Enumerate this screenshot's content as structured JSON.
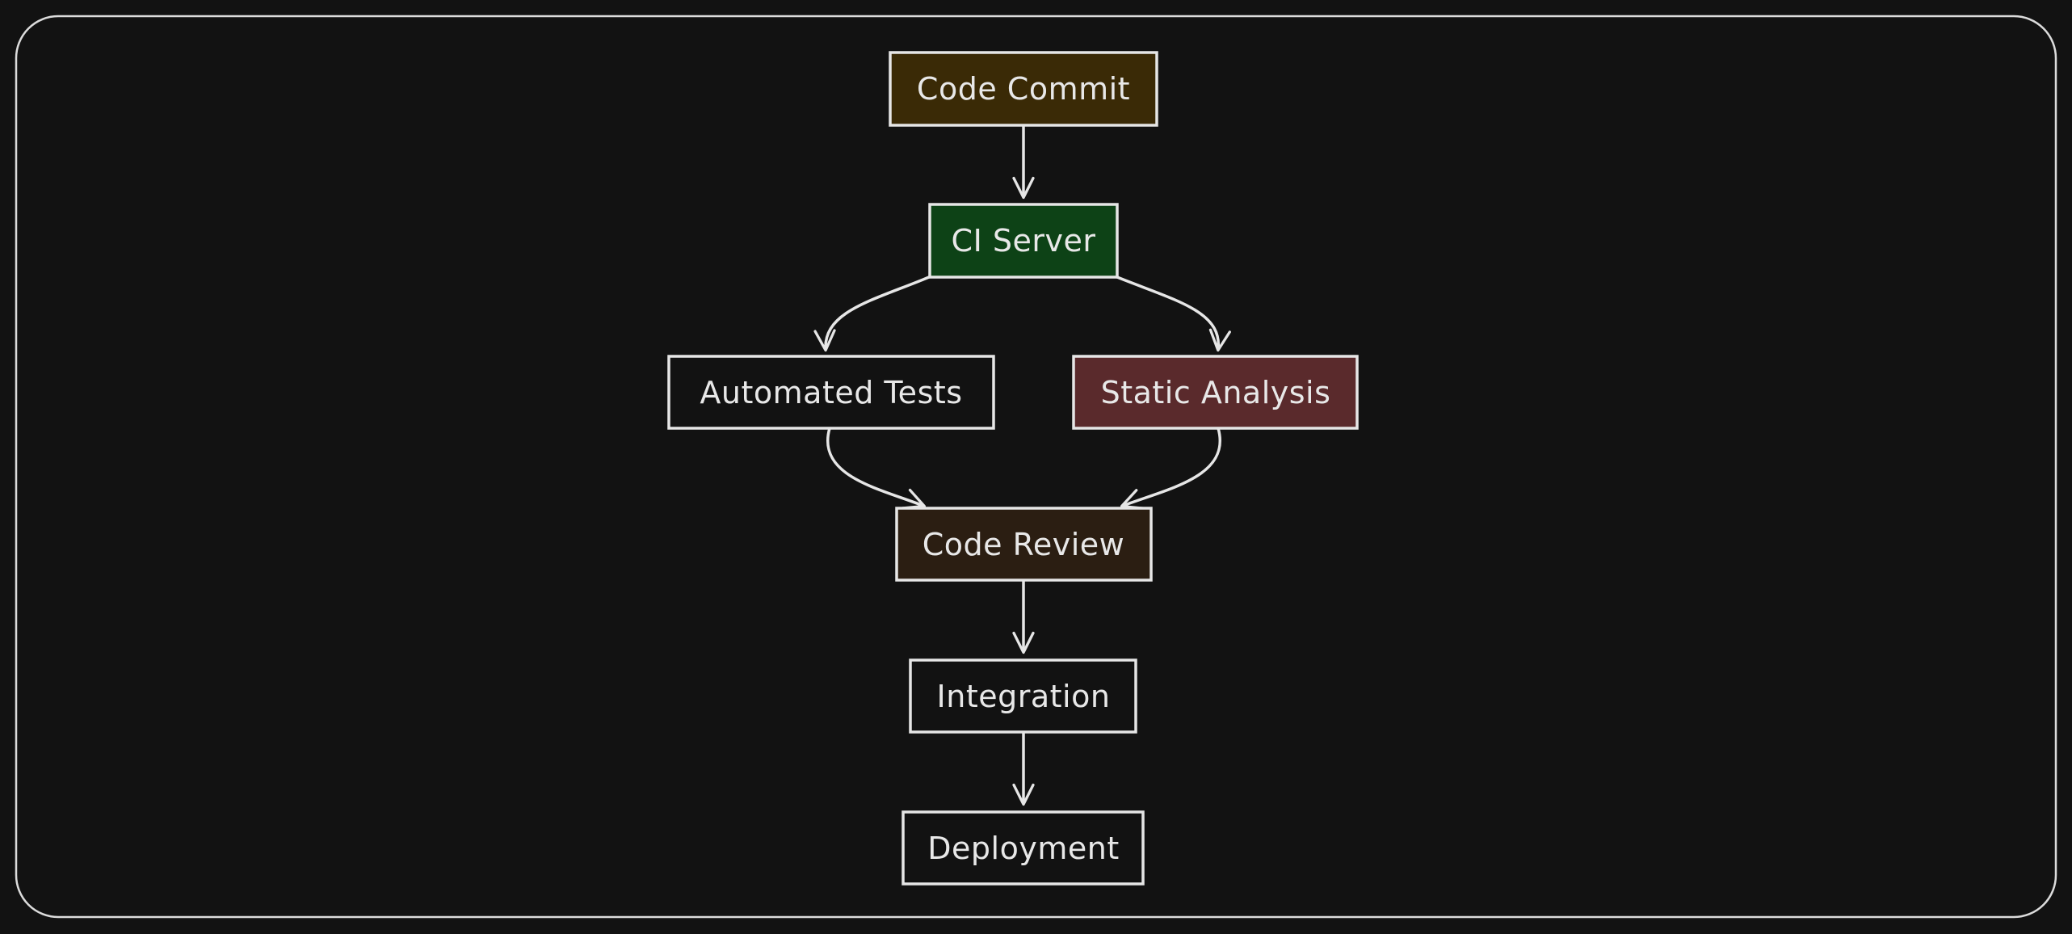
{
  "diagram": {
    "type": "flowchart",
    "nodes": [
      {
        "id": "code_commit",
        "label": "Code Commit",
        "fill": "#3a2a06"
      },
      {
        "id": "ci_server",
        "label": "CI Server",
        "fill": "#0d4216"
      },
      {
        "id": "automated_tests",
        "label": "Automated Tests",
        "fill": "#121212"
      },
      {
        "id": "static_analysis",
        "label": "Static Analysis",
        "fill": "#5a2a2c"
      },
      {
        "id": "code_review",
        "label": "Code Review",
        "fill": "#2b1e12"
      },
      {
        "id": "integration",
        "label": "Integration",
        "fill": "#121212"
      },
      {
        "id": "deployment",
        "label": "Deployment",
        "fill": "#121212"
      }
    ],
    "edges": [
      {
        "from": "code_commit",
        "to": "ci_server"
      },
      {
        "from": "ci_server",
        "to": "automated_tests"
      },
      {
        "from": "ci_server",
        "to": "static_analysis"
      },
      {
        "from": "automated_tests",
        "to": "code_review"
      },
      {
        "from": "static_analysis",
        "to": "code_review"
      },
      {
        "from": "code_review",
        "to": "integration"
      },
      {
        "from": "integration",
        "to": "deployment"
      }
    ],
    "colors": {
      "background": "#121212",
      "stroke": "#e6e6e6",
      "text": "#e8e8e8"
    }
  }
}
